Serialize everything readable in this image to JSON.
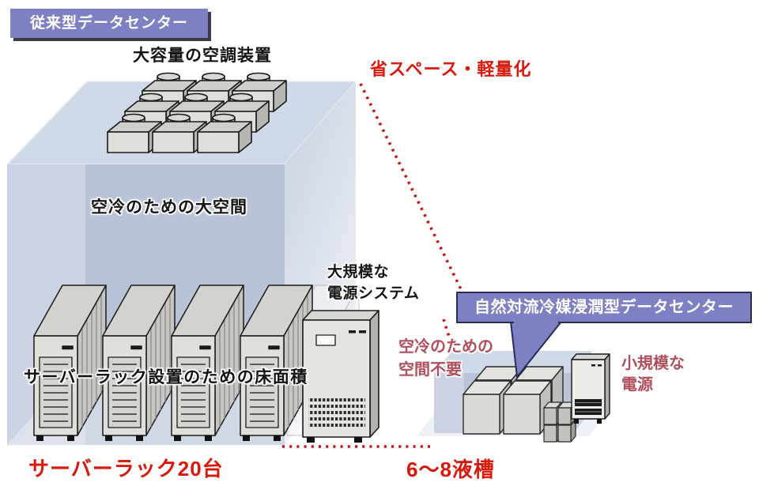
{
  "diagram": {
    "conventional": {
      "title": "従来型データセンター",
      "ac_label": "大容量の空調装置",
      "space_label": "空冷のための大空間",
      "floor_label": "サーバーラック設置のための床面積",
      "power_label_1": "大規模な",
      "power_label_2": "電源システム",
      "count_label": "サーバーラック20台"
    },
    "immersion": {
      "title": "自然対流冷媒浸潤型データセンター",
      "no_space_label_1": "空冷のための",
      "no_space_label_2": "空間不要",
      "power_label_1": "小規模な",
      "power_label_2": "電源",
      "count_label": "6〜8液槽"
    },
    "benefit_label": "省スペース・軽量化",
    "colors": {
      "accent_purple": "#7d81c4",
      "callout_border": "#2b2b52",
      "bright_red": "#d8190c",
      "muted_rose": "#b14e5c",
      "room_front_blue": "#b9c3d7",
      "room_top_blue": "#cfd9e7",
      "equipment_gray": "#dedeDA"
    }
  }
}
